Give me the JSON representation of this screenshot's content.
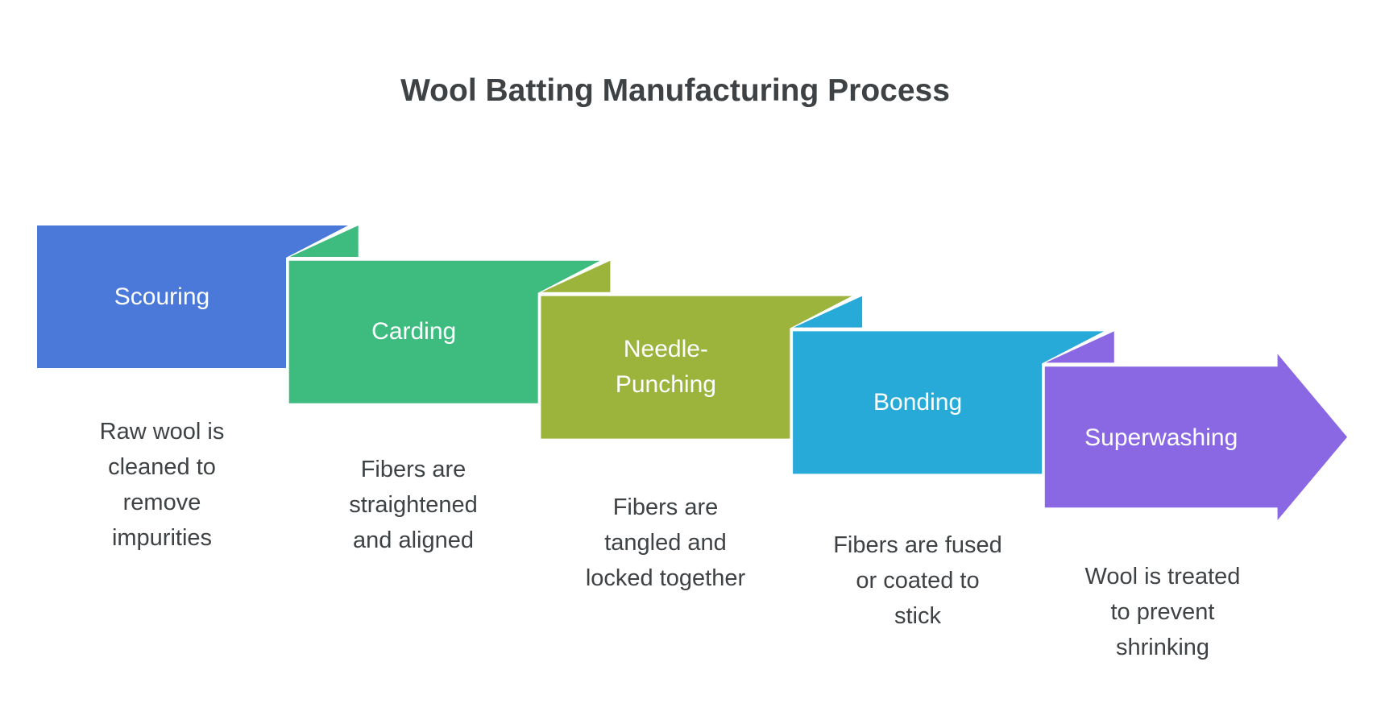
{
  "title": "Wool Batting Manufacturing Process",
  "colors": {
    "background": "#ffffff",
    "title_text": "#3e4245",
    "description_text": "#3e4245",
    "step_label_text": "#ffffff"
  },
  "steps": [
    {
      "label": "Scouring",
      "color": "#4a79da",
      "description": "Raw wool is\ncleaned to\nremove\nimpurities"
    },
    {
      "label": "Carding",
      "color": "#3ebc80",
      "description": "Fibers are\nstraightened\nand aligned"
    },
    {
      "label": "Needle-\nPunching",
      "color": "#9cb43c",
      "description": "Fibers are\ntangled and\nlocked together"
    },
    {
      "label": "Bonding",
      "color": "#27aad8",
      "description": "Fibers are fused\nor coated to\nstick"
    },
    {
      "label": "Superwashing",
      "color": "#8a68e3",
      "description": "Wool is treated\nto prevent\nshrinking"
    }
  ]
}
